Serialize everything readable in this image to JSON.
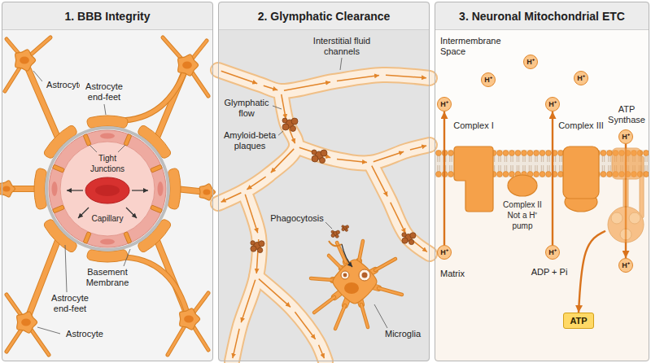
{
  "diagram": {
    "nodes": [
      {
        "text": [
          "1. BBB Integrity"
        ]
      },
      {
        "text": [
          "2. Glymphatic Clearance"
        ]
      },
      {
        "text": [
          "3. Neuronal Mitochondrial ETC"
        ]
      },
      {
        "text": [
          "Complex I"
        ],
        "in": 2
      },
      {
        "text": [
          "Complex II",
          "Not a H⁺ pump"
        ],
        "in": 2
      },
      {
        "text": [
          "Complex III"
        ],
        "in": 2
      },
      {
        "text": [
          "ATP Synthase"
        ],
        "in": 2
      },
      {
        "text": [
          "ATP"
        ],
        "in": 2
      },
      {
        "text": [
          "H⁺"
        ],
        "in": 2
      },
      {
        "text": [
          "H⁺"
        ],
        "in": 2
      },
      {
        "text": [
          "H⁺"
        ],
        "in": 2
      },
      {
        "text": [
          "H⁺"
        ],
        "in": 2
      },
      {
        "text": [
          "H⁺"
        ],
        "in": 2
      },
      {
        "text": [
          "H⁺"
        ],
        "in": 2
      },
      {
        "text": [
          "H⁺"
        ],
        "in": 2
      },
      {
        "text": [
          "H⁺"
        ],
        "in": 2
      },
      {
        "text": [
          "H⁺"
        ],
        "in": 2
      }
    ],
    "edges": [
      {
        "from": 9,
        "to": 8,
        "arrow": "to"
      },
      {
        "from": 11,
        "to": 10,
        "arrow": "to"
      },
      {
        "from": 12,
        "to": 13,
        "arrow": "to"
      },
      {
        "from": 6,
        "to": 7,
        "arrow": "to"
      }
    ],
    "labels": [
      "Astrocyte",
      "Astrocyte end-feet",
      "Tight Junctions",
      "Capillary",
      "Basement Membrane",
      "Astrocyte end-feet",
      "Astrocyte",
      "Interstitial fluid channels",
      "Glymphatic flow",
      "Amyloid-beta plaques",
      "Phagocytosis",
      "Microglia",
      "Intermembrane Space",
      "Matrix",
      "ADP + Pi"
    ]
  }
}
